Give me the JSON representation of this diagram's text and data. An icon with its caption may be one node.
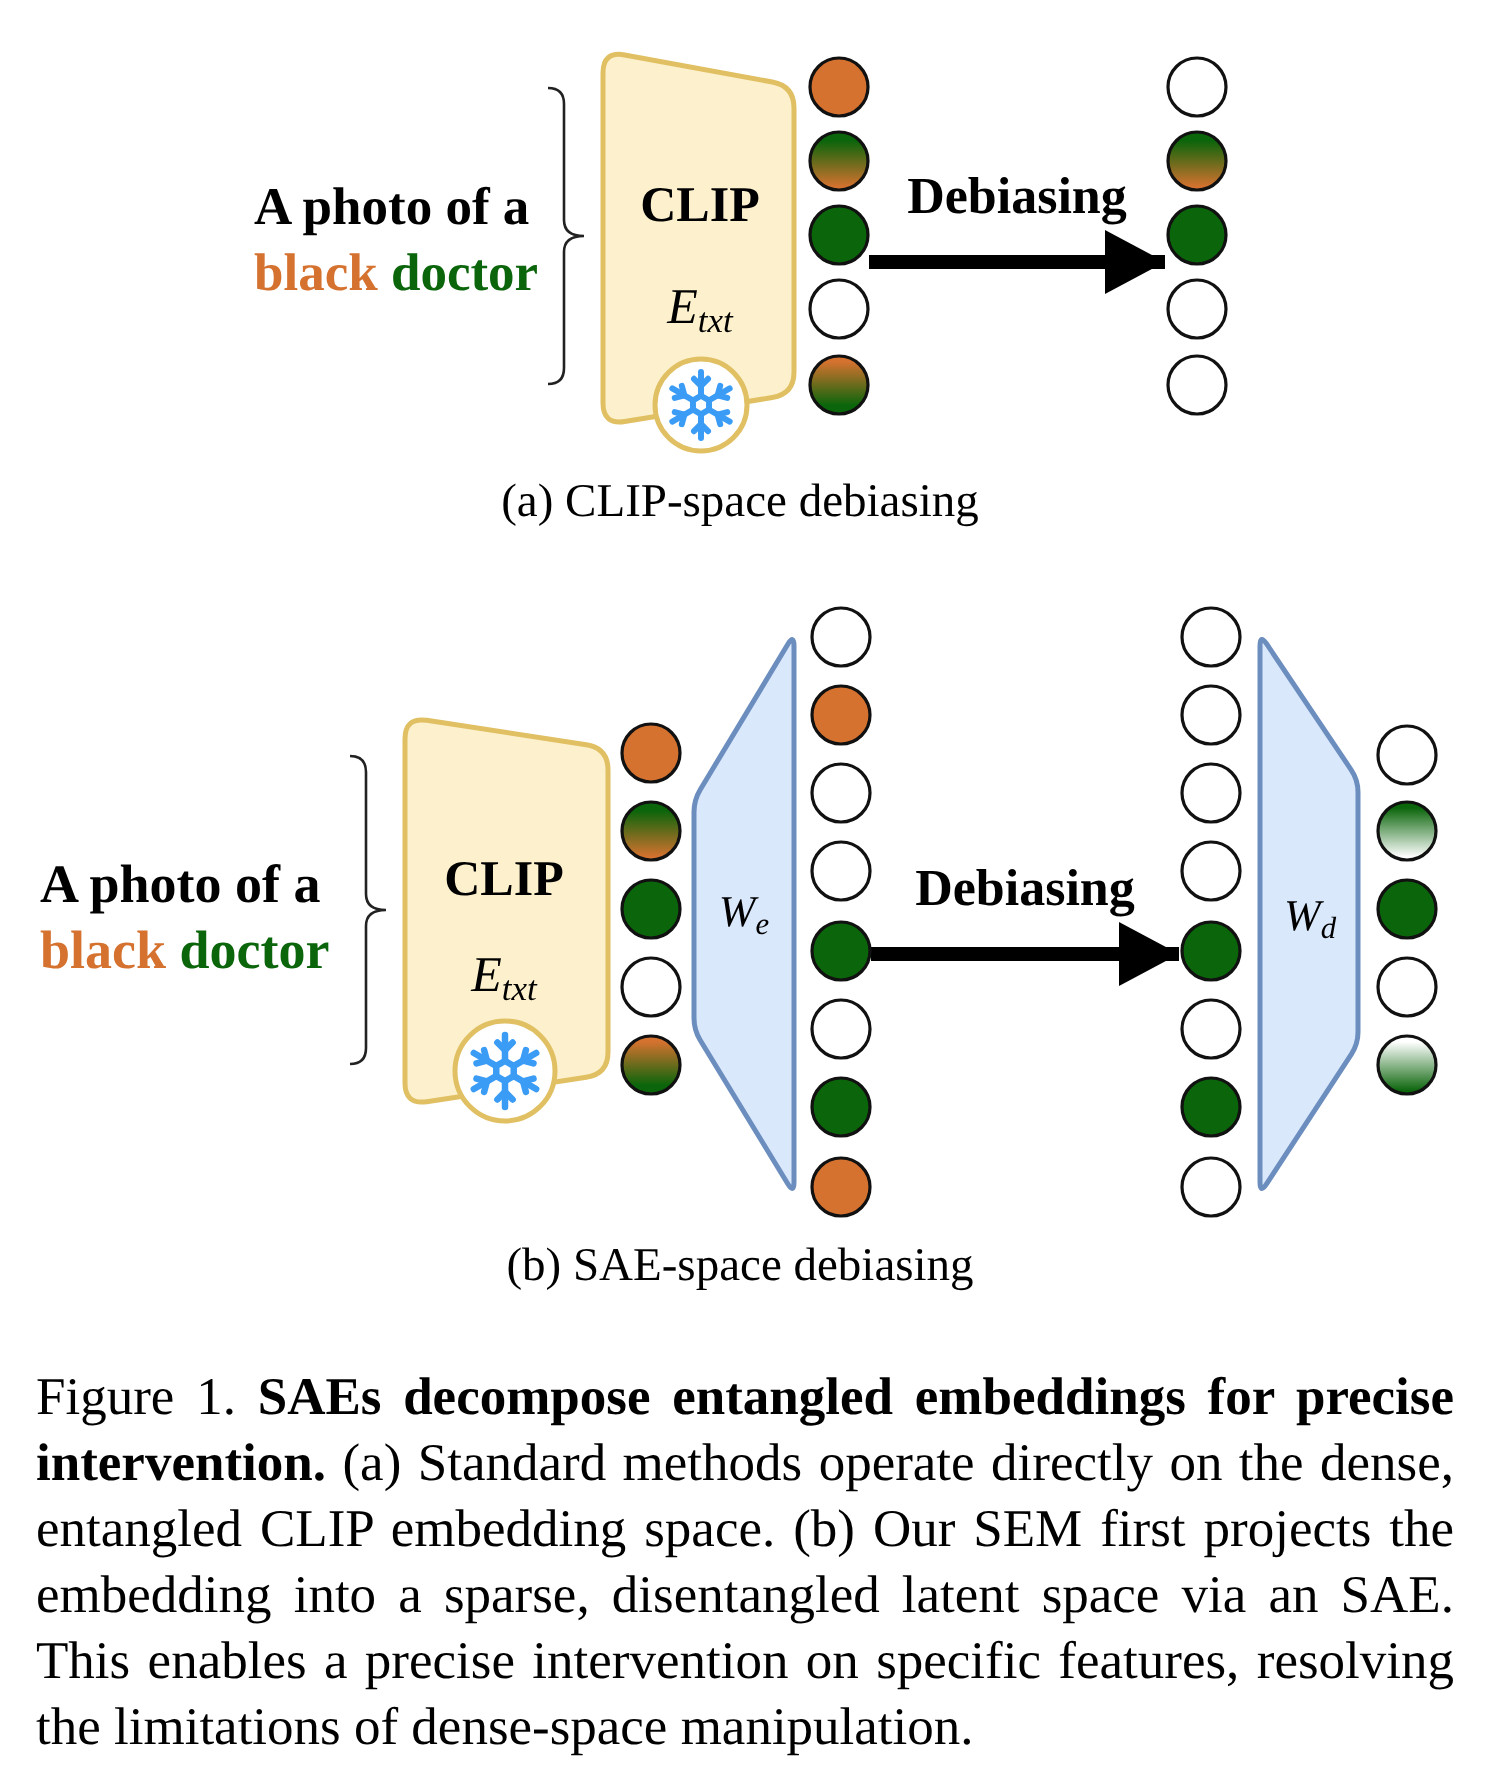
{
  "diagram": {
    "caption": "Figure 1. **SAEs decompose entangled embeddings for precise intervention.** (a) Standard methods operate directly on the dense, entangled CLIP embedding space. (b) Our SEM first projects the embedding into a sparse, disentangled latent space via an SAE. This enables a precise intervention on specific features, resolving the limitations of dense-space manipulation.",
    "nodes": [
      {
        "text": [
          "CLIP",
          "E$_{txt}$"
        ]
      },
      {
        "text": [],
        "shape": "circle"
      },
      {
        "text": [],
        "shape": "circle"
      },
      {
        "text": [],
        "shape": "circle"
      },
      {
        "text": [],
        "shape": "circle"
      },
      {
        "text": [],
        "shape": "circle"
      },
      {
        "text": [],
        "shape": "circle"
      },
      {
        "text": [],
        "shape": "circle"
      },
      {
        "text": [],
        "shape": "circle"
      },
      {
        "text": [],
        "shape": "circle"
      },
      {
        "text": [],
        "shape": "circle"
      },
      {
        "text": [
          "CLIP",
          "E$_{txt}$"
        ]
      },
      {
        "text": [],
        "shape": "circle"
      },
      {
        "text": [],
        "shape": "circle"
      },
      {
        "text": [],
        "shape": "circle"
      },
      {
        "text": [],
        "shape": "circle"
      },
      {
        "text": [],
        "shape": "circle"
      },
      {
        "text": [
          "W$_{e}$"
        ]
      },
      {
        "text": [],
        "shape": "circle"
      },
      {
        "text": [],
        "shape": "circle"
      },
      {
        "text": [],
        "shape": "circle"
      },
      {
        "text": [],
        "shape": "circle"
      },
      {
        "text": [],
        "shape": "circle"
      },
      {
        "text": [],
        "shape": "circle"
      },
      {
        "text": [],
        "shape": "circle"
      },
      {
        "text": [],
        "shape": "circle"
      },
      {
        "text": [],
        "shape": "circle"
      },
      {
        "text": [],
        "shape": "circle"
      },
      {
        "text": [],
        "shape": "circle"
      },
      {
        "text": [],
        "shape": "circle"
      },
      {
        "text": [],
        "shape": "circle"
      },
      {
        "text": [],
        "shape": "circle"
      },
      {
        "text": [],
        "shape": "circle"
      },
      {
        "text": [],
        "shape": "circle"
      },
      {
        "text": [
          "W$_{d}$"
        ]
      },
      {
        "text": [],
        "shape": "circle"
      },
      {
        "text": [],
        "shape": "circle"
      },
      {
        "text": [],
        "shape": "circle"
      },
      {
        "text": [],
        "shape": "circle"
      },
      {
        "text": [],
        "shape": "circle"
      }
    ],
    "edges": [
      {
        "from": 3,
        "to": 8,
        "arrow": "to",
        "label": "Debiasing"
      },
      {
        "from": 22,
        "to": 30,
        "arrow": "to",
        "label": "Debiasing"
      }
    ],
    "labels": [
      "A photo of a black doctor",
      "(a) CLIP-space debiasing",
      "A photo of a black doctor",
      "(b) SAE-space debiasing"
    ]
  }
}
